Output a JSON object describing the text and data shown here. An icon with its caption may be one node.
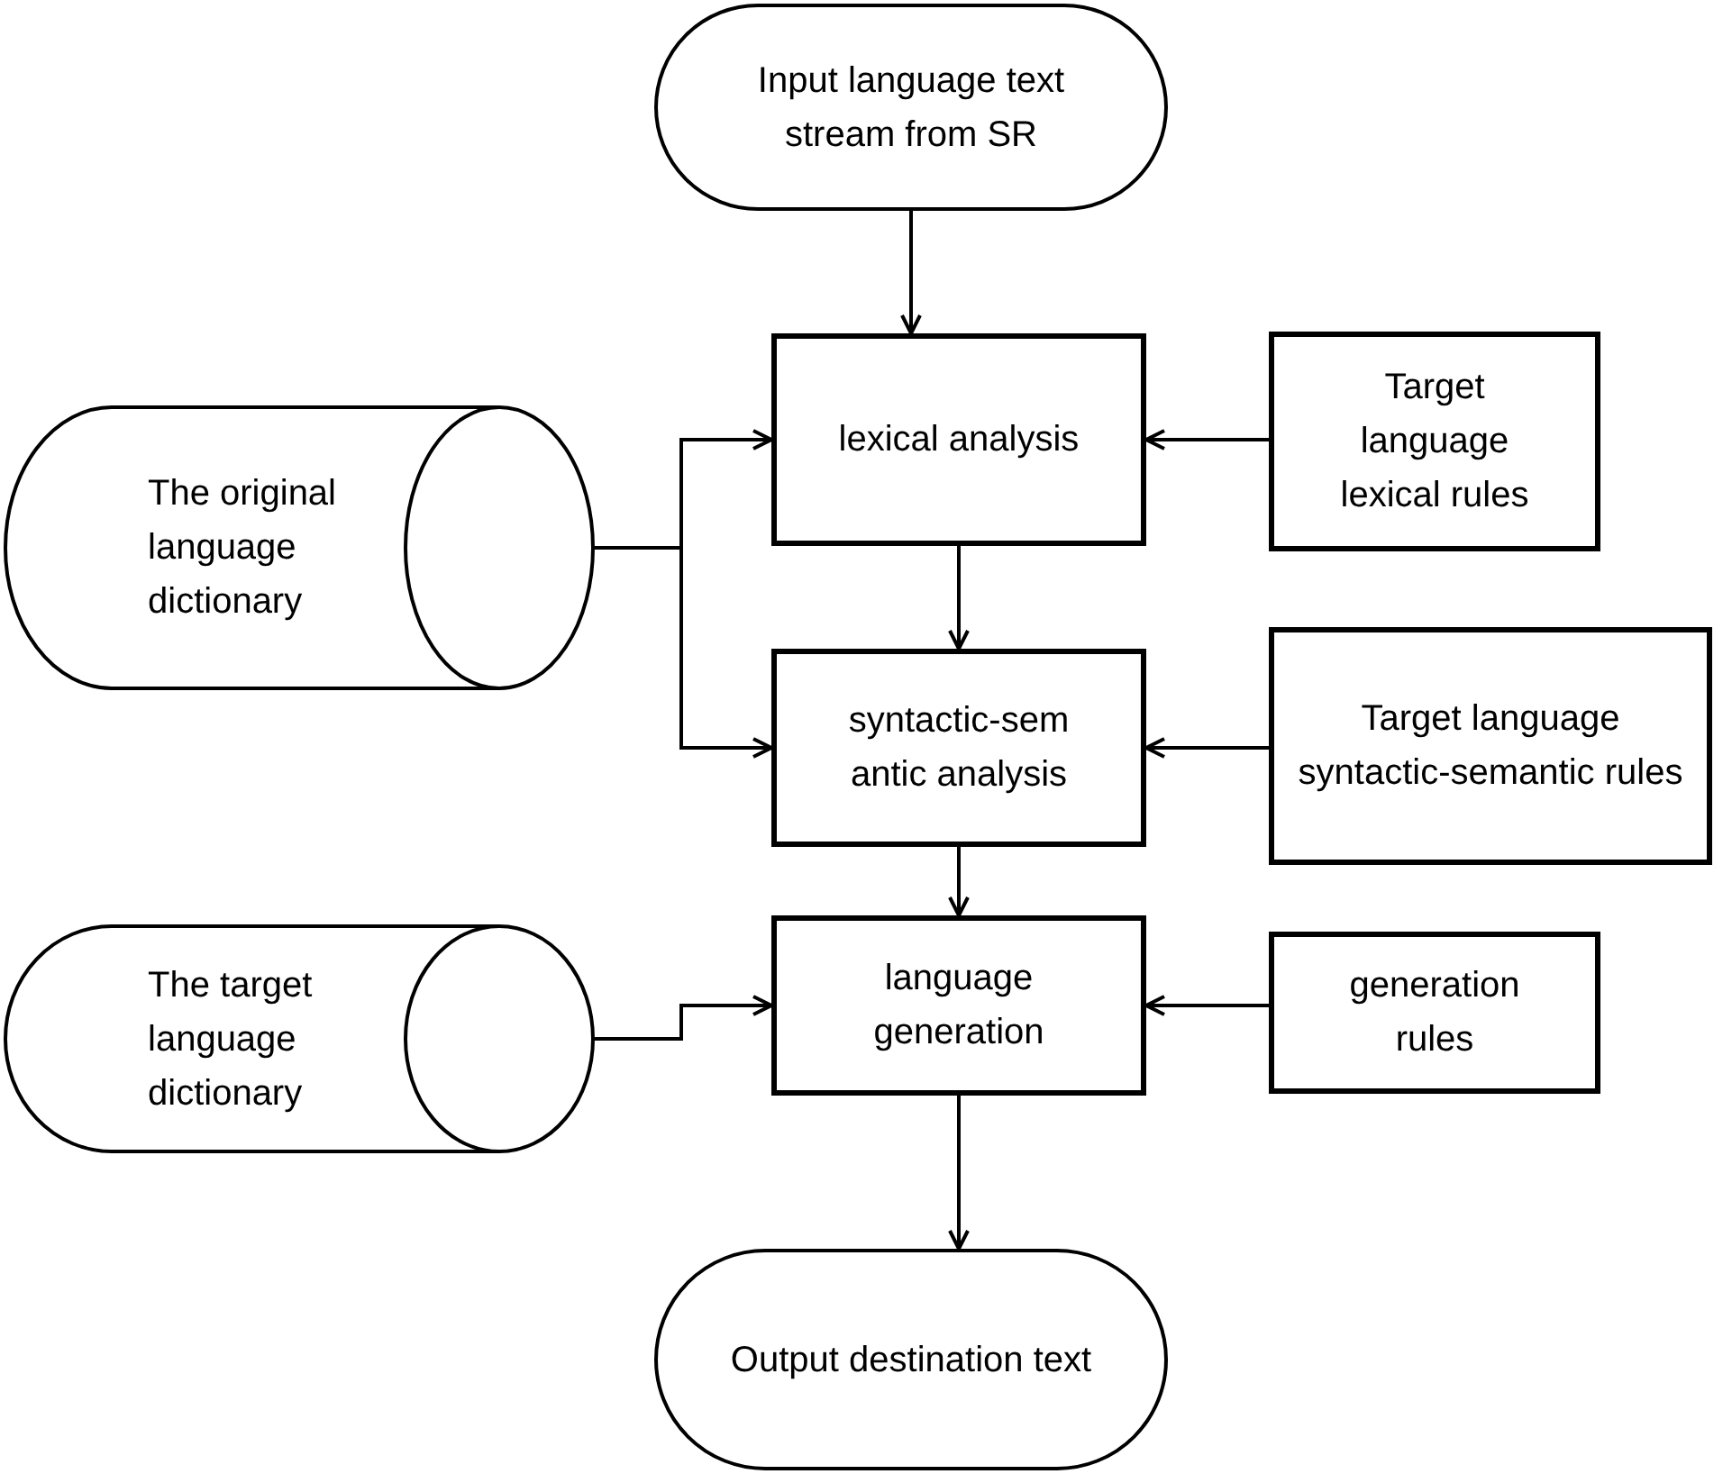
{
  "diagram": {
    "nodes": [
      {
        "text": [
          "Input language text stream from SR"
        ]
      },
      {
        "text": [
          "lexical analysis"
        ]
      },
      {
        "text": [
          "Target language lexical rules"
        ]
      },
      {
        "text": [
          "The original language dictionary"
        ]
      },
      {
        "text": [
          "syntactic-sem antic analysis"
        ]
      },
      {
        "text": [
          "Target language syntactic-semantic rules"
        ]
      },
      {
        "text": [
          "The target language dictionary"
        ]
      },
      {
        "text": [
          "language generation"
        ]
      },
      {
        "text": [
          "generation rules"
        ]
      },
      {
        "text": [
          "Output destination text"
        ]
      }
    ],
    "edges": [
      {
        "from": 0,
        "to": 1,
        "arrow": "to"
      },
      {
        "from": 2,
        "to": 1,
        "arrow": "to"
      },
      {
        "from": 3,
        "to": 1,
        "arrow": "to"
      },
      {
        "from": 3,
        "to": 4,
        "arrow": "to"
      },
      {
        "from": 1,
        "to": 4,
        "arrow": "to"
      },
      {
        "from": 5,
        "to": 4,
        "arrow": "to"
      },
      {
        "from": 4,
        "to": 7,
        "arrow": "to"
      },
      {
        "from": 6,
        "to": 7,
        "arrow": "to"
      },
      {
        "from": 8,
        "to": 7,
        "arrow": "to"
      },
      {
        "from": 7,
        "to": 9,
        "arrow": "to"
      }
    ]
  }
}
